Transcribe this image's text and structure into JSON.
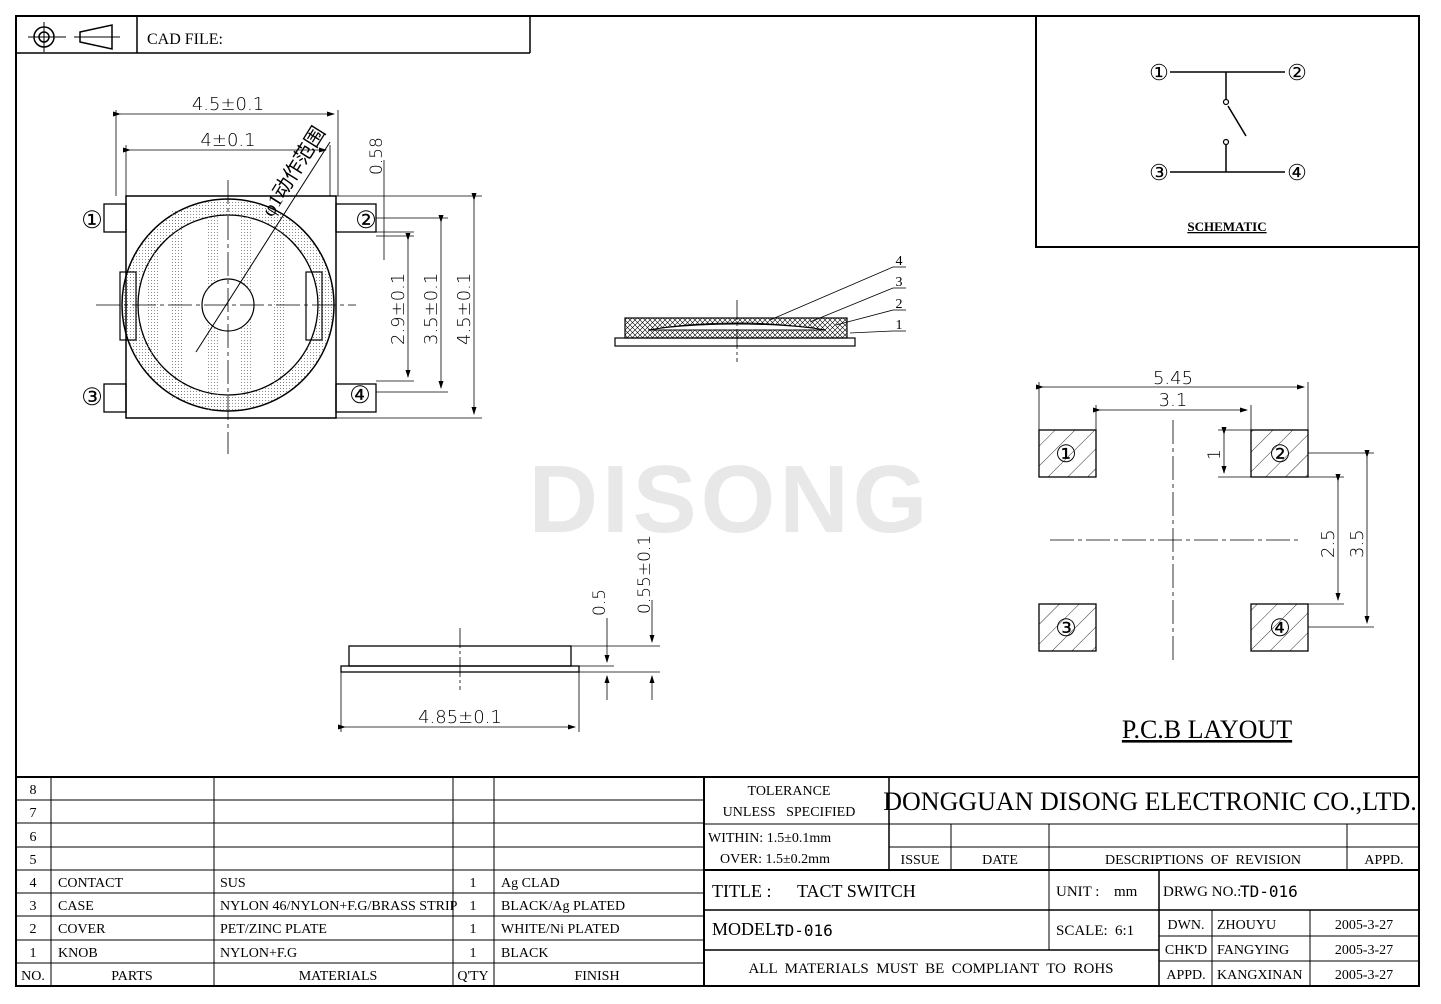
{
  "header": {
    "cad_file_label": "CAD FILE:"
  },
  "watermark": "DISONG",
  "schematic": {
    "title": "SCHEMATIC",
    "pins": [
      "①",
      "②",
      "③",
      "④"
    ]
  },
  "top_view": {
    "dim_width_outer": "4.5±0.1",
    "dim_width_inner": "4±0.1",
    "dim_058": "0.58",
    "dim_29": "2.9±0.1",
    "dim_35": "3.5±0.1",
    "dim_45": "4.5±0.1",
    "travel_note": "φ1动作范围",
    "pins": [
      "①",
      "②",
      "③",
      "④"
    ]
  },
  "section_view": {
    "callouts": [
      "4",
      "3",
      "2",
      "1"
    ]
  },
  "side_view": {
    "dim_width": "4.85±0.1",
    "dim_05": "0.5",
    "dim_055": "0.55±0.1"
  },
  "pcb_layout": {
    "title": "P.C.B LAYOUT",
    "dim_545": "5.45",
    "dim_31": "3.1",
    "dim_1": "1",
    "dim_25": "2.5",
    "dim_35": "3.5",
    "pads": [
      "①",
      "②",
      "③",
      "④"
    ]
  },
  "bom": {
    "headers": {
      "no": "NO.",
      "parts": "PARTS",
      "materials": "MATERIALS",
      "qty": "Q'TY",
      "finish": "FINISH"
    },
    "rows": [
      {
        "no": "8",
        "part": "",
        "material": "",
        "qty": "",
        "finish": ""
      },
      {
        "no": "7",
        "part": "",
        "material": "",
        "qty": "",
        "finish": ""
      },
      {
        "no": "6",
        "part": "",
        "material": "",
        "qty": "",
        "finish": ""
      },
      {
        "no": "5",
        "part": "",
        "material": "",
        "qty": "",
        "finish": ""
      },
      {
        "no": "4",
        "part": "CONTACT",
        "material": "SUS",
        "qty": "1",
        "finish": "Ag CLAD"
      },
      {
        "no": "3",
        "part": "CASE",
        "material": "NYLON 46/NYLON+F.G/BRASS STRIP",
        "qty": "1",
        "finish": "BLACK/Ag PLATED"
      },
      {
        "no": "2",
        "part": "COVER",
        "material": "PET/ZINC PLATE",
        "qty": "1",
        "finish": "WHITE/Ni PLATED"
      },
      {
        "no": "1",
        "part": "KNOB",
        "material": "NYLON+F.G",
        "qty": "1",
        "finish": "BLACK"
      }
    ]
  },
  "title_block": {
    "tolerance_line1": "TOLERANCE",
    "tolerance_line2": "UNLESS   SPECIFIED",
    "within": "WITHIN: 1.5±0.1mm",
    "over": "OVER: 1.5±0.2mm",
    "company": "DONGGUAN DISONG ELECTRONIC CO.,LTD.",
    "issue": "ISSUE",
    "date": "DATE",
    "descriptions": "DESCRIPTIONS  OF  REVISION",
    "appd_header": "APPD.",
    "title_label": "TITLE :",
    "title_value": "TACT SWITCH",
    "unit_label": "UNIT :",
    "unit_value": "mm",
    "drwg_label": "DRWG NO.:",
    "drwg_value": "TD-016",
    "model_label": "MODEL:",
    "model_value": "TD-016",
    "scale_label": "SCALE:",
    "scale_value": "6:1",
    "rohs": "ALL  MATERIALS  MUST  BE  COMPLIANT  TO  ROHS",
    "signoffs": [
      {
        "role": "DWN.",
        "name": "ZHOUYU",
        "date": "2005-3-27"
      },
      {
        "role": "CHK'D",
        "name": "FANGYING",
        "date": "2005-3-27"
      },
      {
        "role": "APPD.",
        "name": "KANGXINAN",
        "date": "2005-3-27"
      }
    ]
  }
}
